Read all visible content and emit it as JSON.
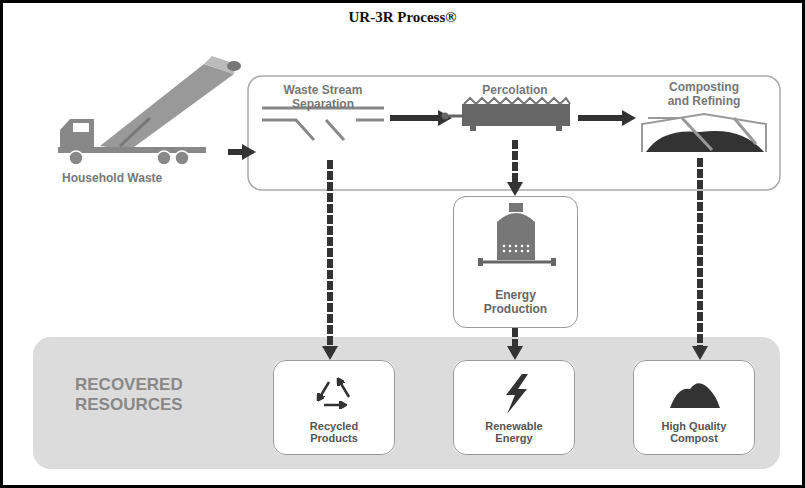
{
  "diagram": {
    "title": "UR-3R Process®",
    "nodes": [
      {
        "text": [
          "Household Waste"
        ]
      },
      {
        "text": [
          "Waste Stream Separation"
        ]
      },
      {
        "text": [
          "Percolation"
        ]
      },
      {
        "text": [
          "Composting and Refining"
        ]
      },
      {
        "text": [
          "Energy Production"
        ]
      },
      {
        "text": [
          "RECOVERED RESOURCES"
        ]
      },
      {
        "text": [
          "Recycled Products"
        ],
        "in": 5
      },
      {
        "text": [
          "Renewable Energy"
        ],
        "in": 5
      },
      {
        "text": [
          "High Quality Compost"
        ],
        "in": 5
      }
    ],
    "edges": [
      {
        "from": 0,
        "to": 1,
        "arrow": "to"
      },
      {
        "from": 1,
        "to": 2,
        "arrow": "to"
      },
      {
        "from": 2,
        "to": 3,
        "arrow": "to"
      },
      {
        "from": 1,
        "to": 6,
        "arrow": "to"
      },
      {
        "from": 2,
        "to": 4,
        "arrow": "to"
      },
      {
        "from": 4,
        "to": 7,
        "arrow": "to"
      },
      {
        "from": 3,
        "to": 8,
        "arrow": "to"
      }
    ]
  }
}
